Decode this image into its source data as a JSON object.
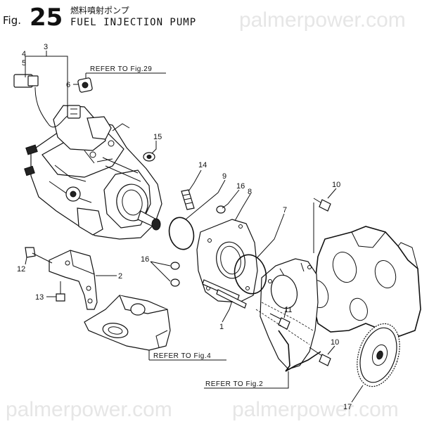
{
  "title": {
    "prefix": "Fig.",
    "number": "25",
    "japanese": "燃料噴射ポンプ",
    "english": "FUEL INJECTION PUMP"
  },
  "watermarks": [
    "palmerpower.com",
    "palmerpower.com",
    "palmerpower.com"
  ],
  "callouts": {
    "c1": "1",
    "c2": "2",
    "c3": "3",
    "c4": "4",
    "c5": "5",
    "c6": "6",
    "c7": "7",
    "c8": "8",
    "c9": "9",
    "c10a": "10",
    "c10b": "10",
    "c11": "11",
    "c12": "12",
    "c13": "13",
    "c14": "14",
    "c15": "15",
    "c16a": "16",
    "c16b": "16",
    "c17": "17"
  },
  "references": {
    "fig29": "REFER TO Fig.29",
    "fig4": "REFER TO Fig.4",
    "fig2": "REFER TO Fig.2"
  }
}
